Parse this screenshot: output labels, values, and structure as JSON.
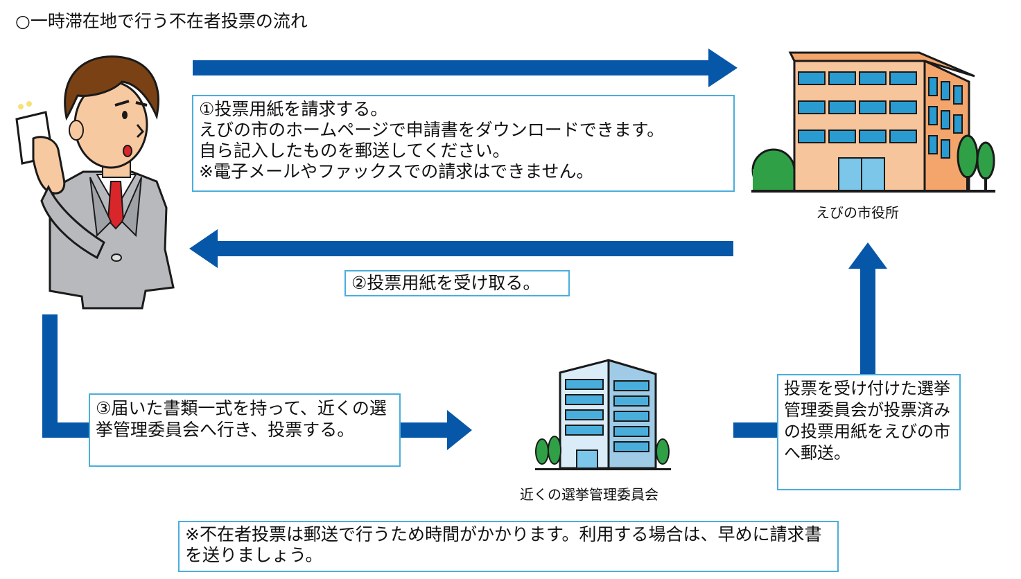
{
  "title": "○一時滞在地で行う不在者投票の流れ",
  "steps": {
    "step1": {
      "line1": "①投票用紙を請求する。",
      "line2": "えびの市のホームページで申請書をダウンロードできます。",
      "line3": "自ら記入したものを郵送してください。",
      "line4": "※電子メールやファックスでの請求はできません。"
    },
    "step2": "②投票用紙を受け取る。",
    "step3": "③届いた書類一式を持って、近くの選挙管理委員会へ行き、投票する。",
    "step4": "投票を受け付けた選挙管理委員会が投票済みの投票用紙をえびの市へ郵送。"
  },
  "labels": {
    "city_office": "えびの市役所",
    "committee": "近くの選挙管理委員会"
  },
  "note": "※不在者投票は郵送で行うため時間がかかります。利用する場合は、早めに請求書を送りましょう。",
  "colors": {
    "arrow": "#0757a8",
    "box_border": "#4aaedc"
  }
}
